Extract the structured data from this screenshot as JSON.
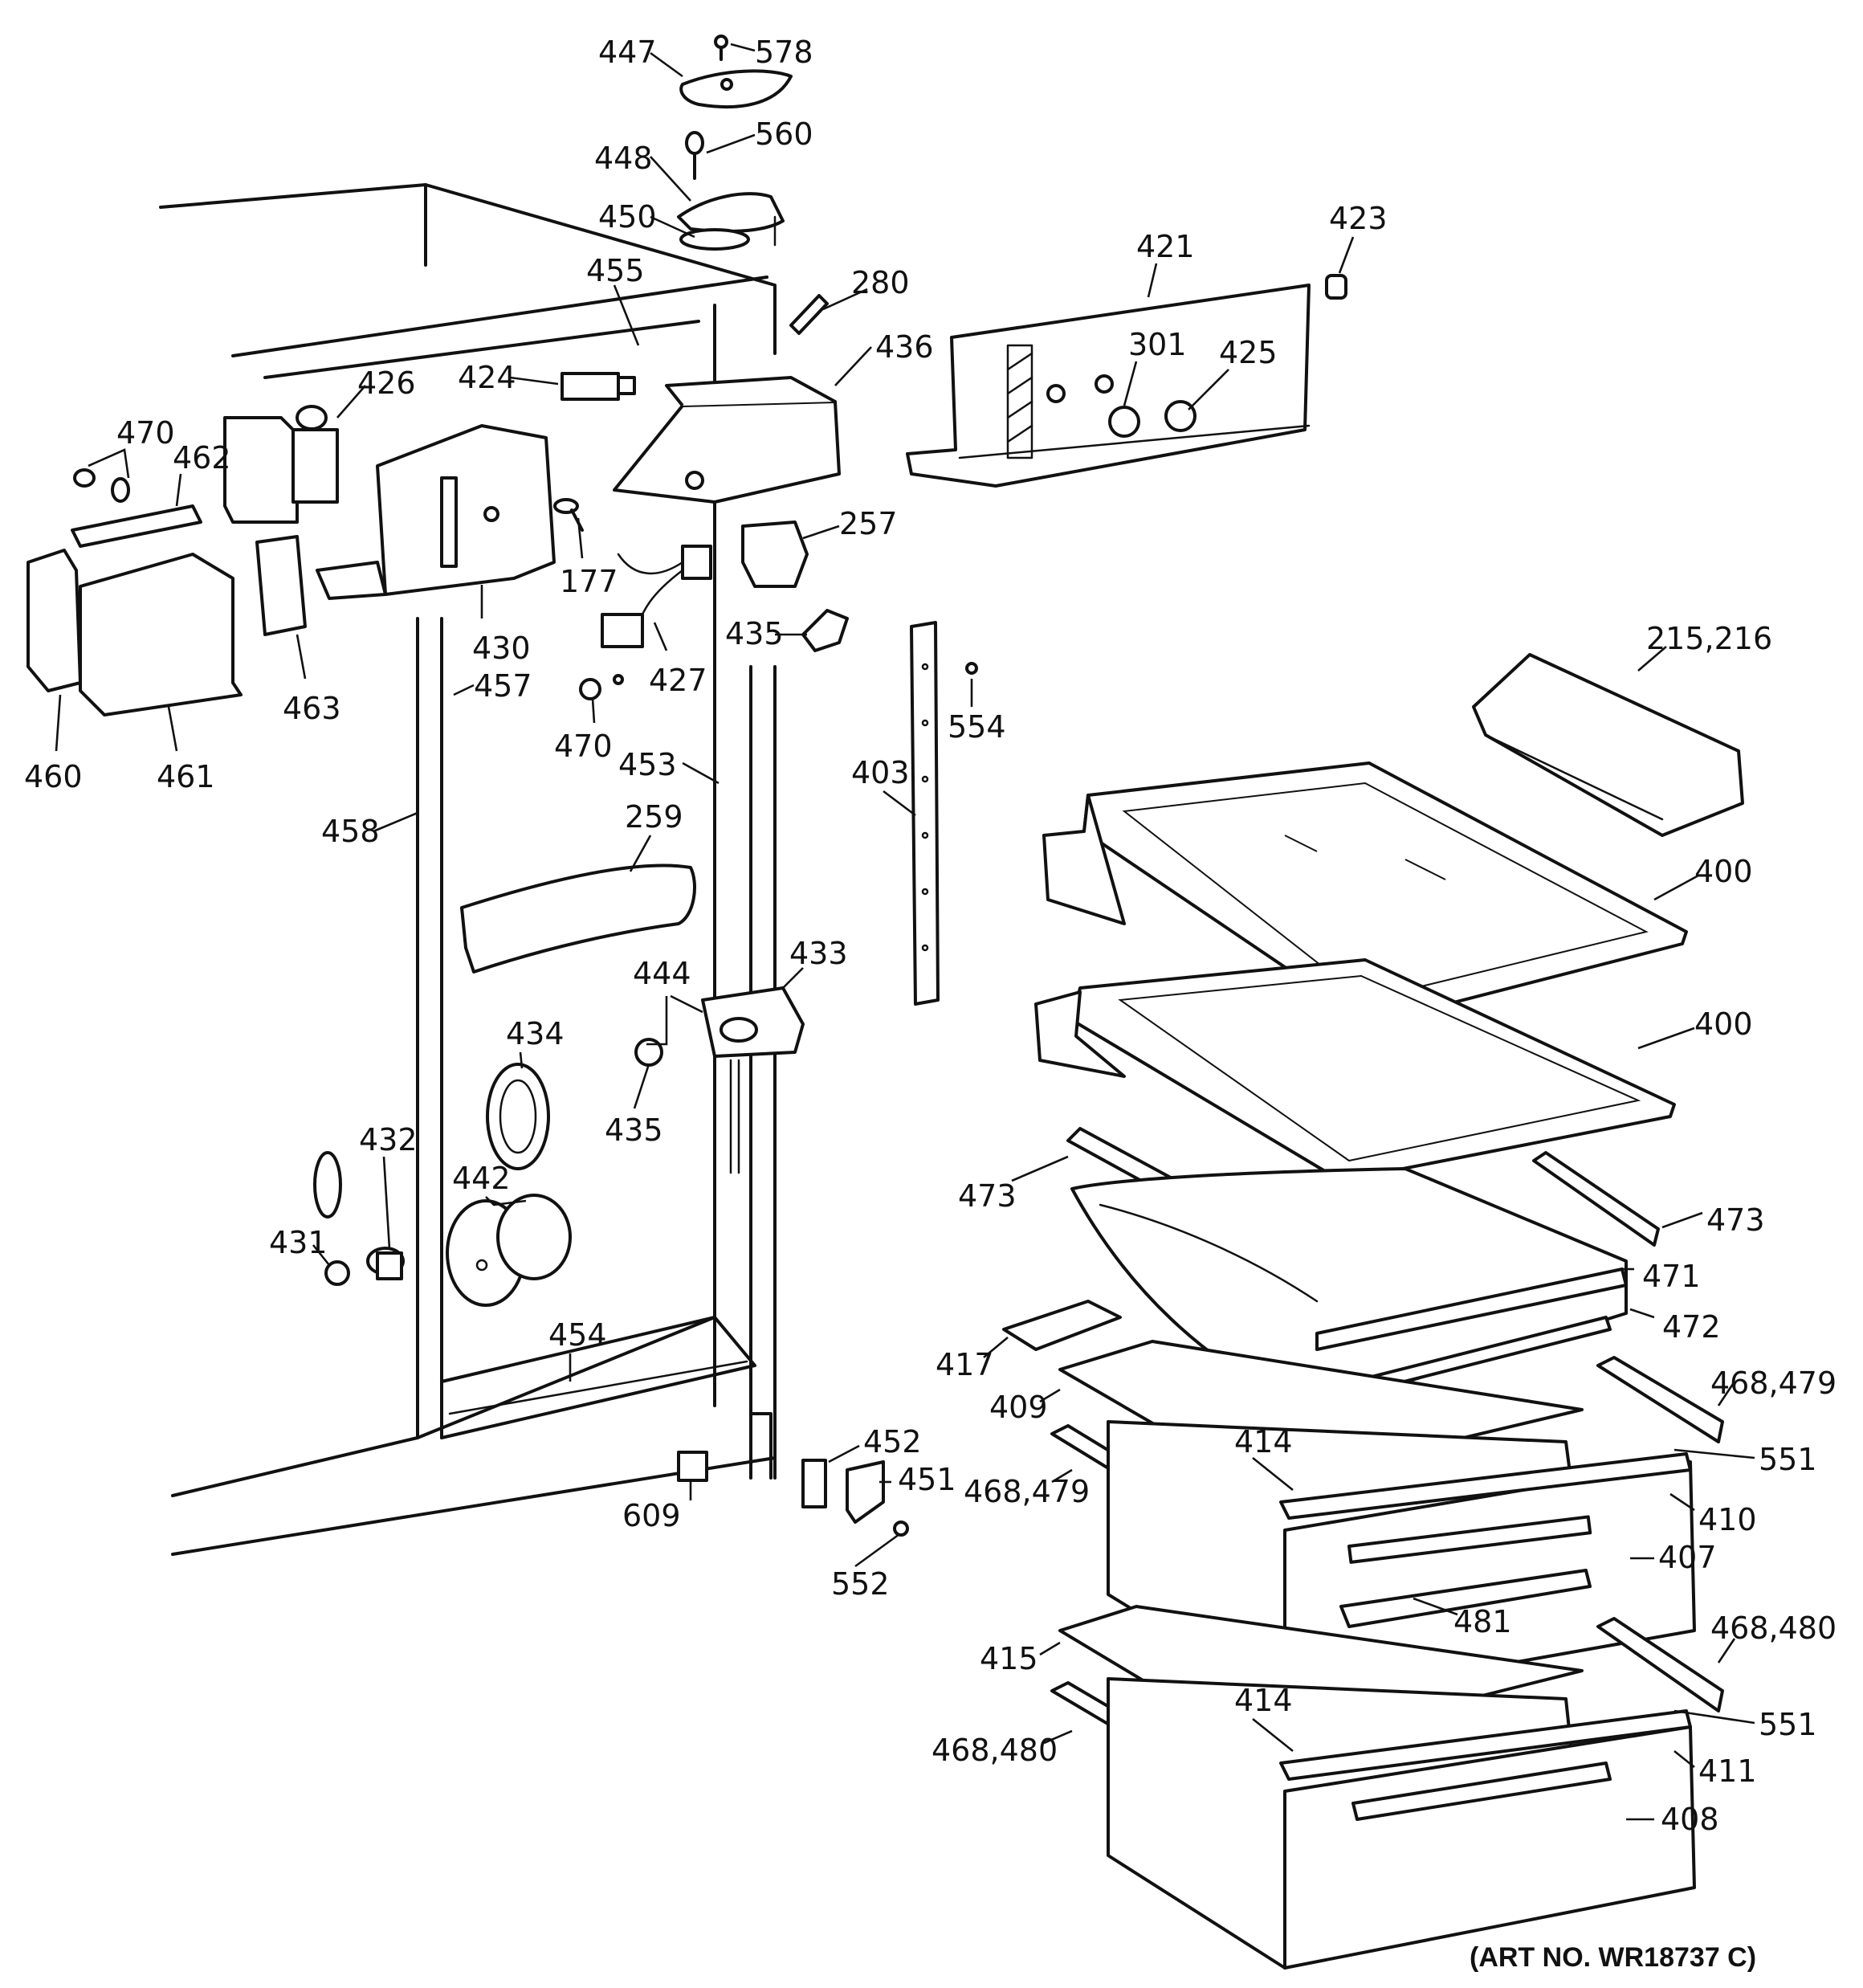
{
  "labels": [
    {
      "id": "l578",
      "text": "578"
    },
    {
      "id": "l447",
      "text": "447"
    },
    {
      "id": "l560",
      "text": "560"
    },
    {
      "id": "l448",
      "text": "448"
    },
    {
      "id": "l450",
      "text": "450"
    },
    {
      "id": "l455",
      "text": "455"
    },
    {
      "id": "l280",
      "text": "280"
    },
    {
      "id": "l421",
      "text": "421"
    },
    {
      "id": "l423",
      "text": "423"
    },
    {
      "id": "l436",
      "text": "436"
    },
    {
      "id": "l424",
      "text": "424"
    },
    {
      "id": "l426",
      "text": "426"
    },
    {
      "id": "l301",
      "text": "301"
    },
    {
      "id": "l425",
      "text": "425"
    },
    {
      "id": "l470a",
      "text": "470"
    },
    {
      "id": "l462",
      "text": "462"
    },
    {
      "id": "l177",
      "text": "177"
    },
    {
      "id": "l257",
      "text": "257"
    },
    {
      "id": "l430",
      "text": "430"
    },
    {
      "id": "l435a",
      "text": "435"
    },
    {
      "id": "l427",
      "text": "427"
    },
    {
      "id": "l457",
      "text": "457"
    },
    {
      "id": "l463",
      "text": "463"
    },
    {
      "id": "l470b",
      "text": "470"
    },
    {
      "id": "l460",
      "text": "460"
    },
    {
      "id": "l461",
      "text": "461"
    },
    {
      "id": "l453",
      "text": "453"
    },
    {
      "id": "l403",
      "text": "403"
    },
    {
      "id": "l554",
      "text": "554"
    },
    {
      "id": "l215",
      "text": "215,216"
    },
    {
      "id": "l458",
      "text": "458"
    },
    {
      "id": "l259",
      "text": "259"
    },
    {
      "id": "l400a",
      "text": "400"
    },
    {
      "id": "l444",
      "text": "444"
    },
    {
      "id": "l433",
      "text": "433"
    },
    {
      "id": "l400b",
      "text": "400"
    },
    {
      "id": "l434",
      "text": "434"
    },
    {
      "id": "l435b",
      "text": "435"
    },
    {
      "id": "l432",
      "text": "432"
    },
    {
      "id": "l442",
      "text": "442"
    },
    {
      "id": "l473a",
      "text": "473"
    },
    {
      "id": "l473b",
      "text": "473"
    },
    {
      "id": "l431",
      "text": "431"
    },
    {
      "id": "l471",
      "text": "471"
    },
    {
      "id": "l454",
      "text": "454"
    },
    {
      "id": "l472",
      "text": "472"
    },
    {
      "id": "l417",
      "text": "417"
    },
    {
      "id": "l468479a",
      "text": "468,479"
    },
    {
      "id": "l409",
      "text": "409"
    },
    {
      "id": "l414a",
      "text": "414"
    },
    {
      "id": "l452",
      "text": "452"
    },
    {
      "id": "l551a",
      "text": "551"
    },
    {
      "id": "l451",
      "text": "451"
    },
    {
      "id": "l468479b",
      "text": "468,479"
    },
    {
      "id": "l609",
      "text": "609"
    },
    {
      "id": "l410",
      "text": "410"
    },
    {
      "id": "l407",
      "text": "407"
    },
    {
      "id": "l552",
      "text": "552"
    },
    {
      "id": "l481",
      "text": "481"
    },
    {
      "id": "l468480a",
      "text": "468,480"
    },
    {
      "id": "l415",
      "text": "415"
    },
    {
      "id": "l414b",
      "text": "414"
    },
    {
      "id": "l551b",
      "text": "551"
    },
    {
      "id": "l468480b",
      "text": "468,480"
    },
    {
      "id": "l411",
      "text": "411"
    },
    {
      "id": "l408",
      "text": "408"
    }
  ],
  "art_number": "(ART NO. WR18737 C)"
}
